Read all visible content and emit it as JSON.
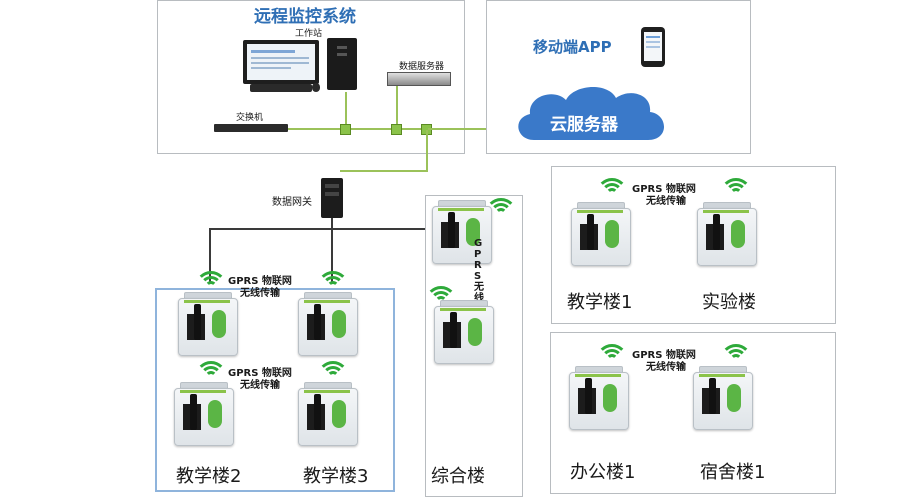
{
  "monitor_system": {
    "title": "远程监控系统",
    "workstation": "工作站",
    "data_server": "数据服务器",
    "switch": "交换机"
  },
  "mobile": {
    "app": "移动端APP",
    "cloud": "云服务器"
  },
  "gateway": {
    "label": "数据网关"
  },
  "wireless": {
    "line1": "GPRS 物联网",
    "line2": "无线传输",
    "vertical": "GPRS无线物传输网"
  },
  "buildings": {
    "teaching1": "教学楼1",
    "lab": "实验楼",
    "teaching2": "教学楼2",
    "teaching3": "教学楼3",
    "complex": "综合楼",
    "office1": "办公楼1",
    "dorm1": "宿舍楼1"
  },
  "colors": {
    "accent_blue": "#2f6fb5",
    "cloud_blue": "#3a79c9",
    "signal_green": "#2eaa3a",
    "device_green": "#5bb545"
  }
}
